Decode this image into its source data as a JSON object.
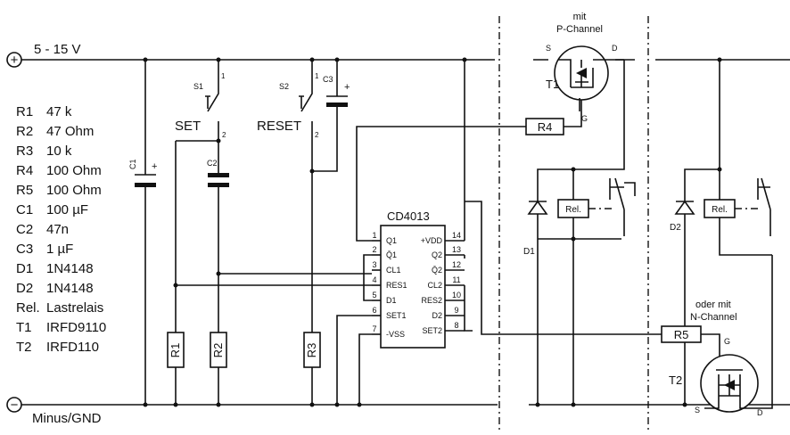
{
  "supply": {
    "plus_symbol": "+",
    "minus_symbol": "−",
    "plus_label": "5 - 15 V",
    "minus_label": "Minus/GND"
  },
  "parts_list": [
    {
      "ref": "R1",
      "value": "47 k"
    },
    {
      "ref": "R2",
      "value": "47 Ohm"
    },
    {
      "ref": "R3",
      "value": "10 k"
    },
    {
      "ref": "R4",
      "value": "100 Ohm"
    },
    {
      "ref": "R5",
      "value": "100 Ohm"
    },
    {
      "ref": "C1",
      "value": "100 µF"
    },
    {
      "ref": "C2",
      "value": "47n"
    },
    {
      "ref": "C3",
      "value": "1 µF"
    },
    {
      "ref": "D1",
      "value": "1N4148"
    },
    {
      "ref": "D2",
      "value": "1N4148"
    },
    {
      "ref": "Rel.",
      "value": "Lastrelais"
    },
    {
      "ref": "T1",
      "value": "IRFD9110"
    },
    {
      "ref": "T2",
      "value": "IRFD110"
    }
  ],
  "components": {
    "c1": "C1",
    "c2": "C2",
    "c3": "C3",
    "r1": "R1",
    "r2": "R2",
    "r3": "R3",
    "r4": "R4",
    "r5": "R5",
    "s1": "S1",
    "s2": "S2",
    "set": "SET",
    "reset": "RESET",
    "d1": "D1",
    "d2": "D2",
    "rel": "Rel.",
    "t1": "T1",
    "t2": "T2",
    "plus": "+",
    "pin1": "1",
    "pin2": "2",
    "gate": "G",
    "source": "S",
    "drain": "D"
  },
  "ic": {
    "name": "CD4013",
    "left_pins": [
      {
        "num": "1",
        "label": "Q1"
      },
      {
        "num": "2",
        "label": "Q̄1"
      },
      {
        "num": "3",
        "label": "CL1"
      },
      {
        "num": "4",
        "label": "RES1"
      },
      {
        "num": "5",
        "label": "D1"
      },
      {
        "num": "6",
        "label": "SET1"
      },
      {
        "num": "7",
        "label": "-VSS"
      }
    ],
    "right_pins": [
      {
        "num": "14",
        "label": "+VDD"
      },
      {
        "num": "13",
        "label": "Q2"
      },
      {
        "num": "12",
        "label": "Q̄2"
      },
      {
        "num": "11",
        "label": "CL2"
      },
      {
        "num": "10",
        "label": "RES2"
      },
      {
        "num": "9",
        "label": "D2"
      },
      {
        "num": "8",
        "label": "SET2"
      }
    ]
  },
  "variants": {
    "p_channel_line1": "mit",
    "p_channel_line2": "P-Channel",
    "n_channel_line1": "oder mit",
    "n_channel_line2": "N-Channel"
  }
}
